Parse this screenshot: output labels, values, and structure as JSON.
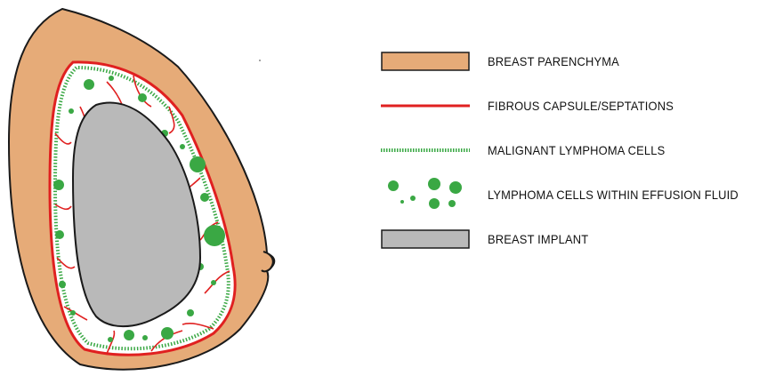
{
  "legend": {
    "items": [
      {
        "key": "parenchyma",
        "label": "BREAST PARENCHYMA",
        "icon": "tan-rectangle-swatch",
        "color": "#e6ab78"
      },
      {
        "key": "capsule",
        "label": "FIBROUS CAPSULE/SEPTATIONS",
        "icon": "red-line-swatch",
        "color": "#e02020"
      },
      {
        "key": "malignant",
        "label": "MALIGNANT LYMPHOMA CELLS",
        "icon": "green-dotted-line-swatch",
        "color": "#3aa844"
      },
      {
        "key": "effusion",
        "label": "LYMPHOMA CELLS WITHIN EFFUSION FLUID",
        "icon": "green-cell-clusters-swatch",
        "color": "#3aa844"
      },
      {
        "key": "implant",
        "label": "BREAST IMPLANT",
        "icon": "gray-rectangle-swatch",
        "color": "#b9b9b9"
      }
    ]
  },
  "colors": {
    "parenchyma": "#e6ab78",
    "outline": "#1a1a1a",
    "capsule": "#e02020",
    "cells": "#3aa844",
    "implant": "#b9b9b9",
    "effusion": "#ffffff"
  }
}
